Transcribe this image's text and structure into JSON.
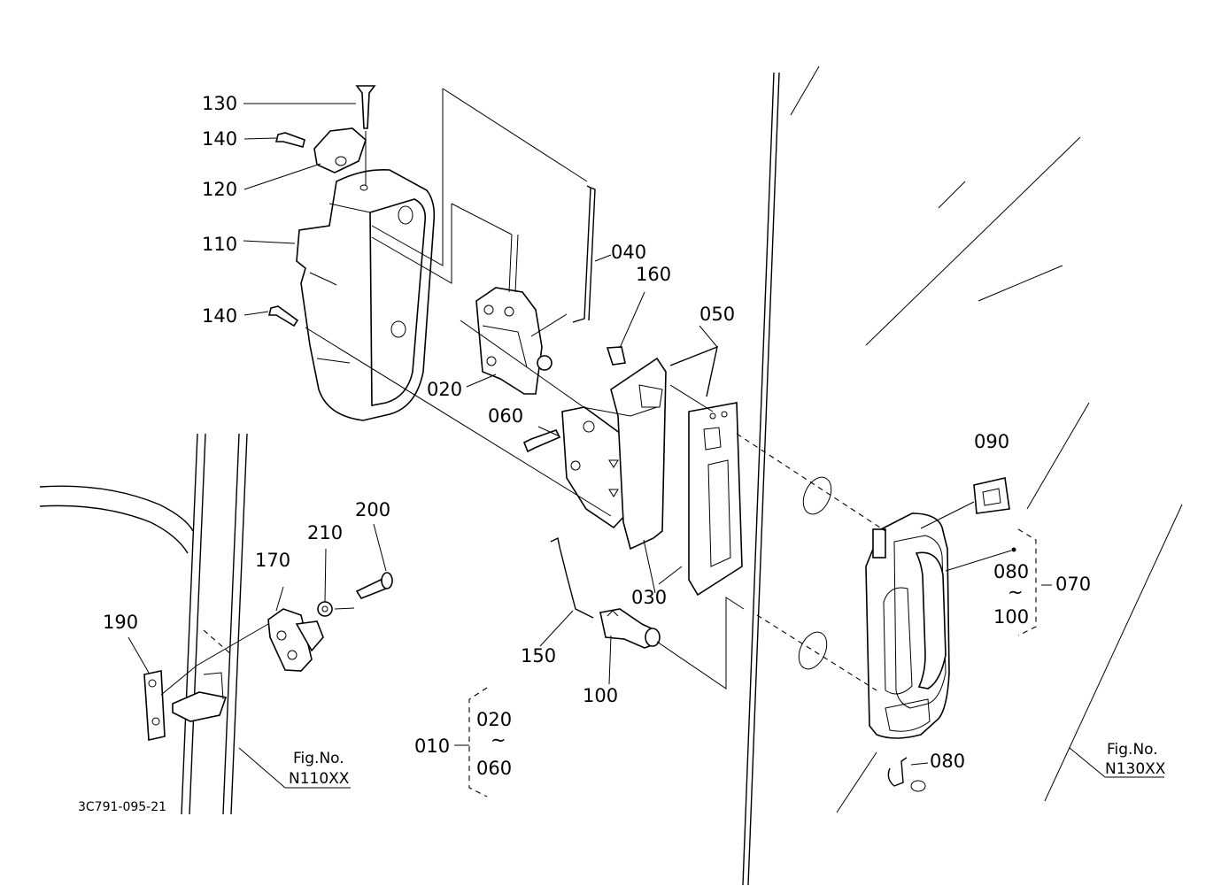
{
  "diagram": {
    "drawing_number": "3C791-095-21",
    "parts": [
      {
        "id": "p130",
        "label": "130"
      },
      {
        "id": "p140a",
        "label": "140"
      },
      {
        "id": "p120",
        "label": "120"
      },
      {
        "id": "p110",
        "label": "110"
      },
      {
        "id": "p140b",
        "label": "140"
      },
      {
        "id": "p040",
        "label": "040"
      },
      {
        "id": "p160",
        "label": "160"
      },
      {
        "id": "p050",
        "label": "050"
      },
      {
        "id": "p020",
        "label": "020"
      },
      {
        "id": "p060",
        "label": "060"
      },
      {
        "id": "p090",
        "label": "090"
      },
      {
        "id": "p080a",
        "label": "080"
      },
      {
        "id": "p100a",
        "label": "100"
      },
      {
        "id": "p070",
        "label": "070"
      },
      {
        "id": "p200",
        "label": "200"
      },
      {
        "id": "p210",
        "label": "210"
      },
      {
        "id": "p170",
        "label": "170"
      },
      {
        "id": "p190",
        "label": "190"
      },
      {
        "id": "p030",
        "label": "030"
      },
      {
        "id": "p150",
        "label": "150"
      },
      {
        "id": "p100b",
        "label": "100"
      },
      {
        "id": "p010",
        "label": "010"
      },
      {
        "id": "p020r",
        "label": "020"
      },
      {
        "id": "p060r",
        "label": "060"
      },
      {
        "id": "p080b",
        "label": "080"
      }
    ],
    "tilde": "~",
    "fig_refs": [
      {
        "id": "n110",
        "caption": "Fig.No.",
        "number": "N110XX"
      },
      {
        "id": "n130",
        "caption": "Fig.No.",
        "number": "N130XX"
      }
    ]
  }
}
